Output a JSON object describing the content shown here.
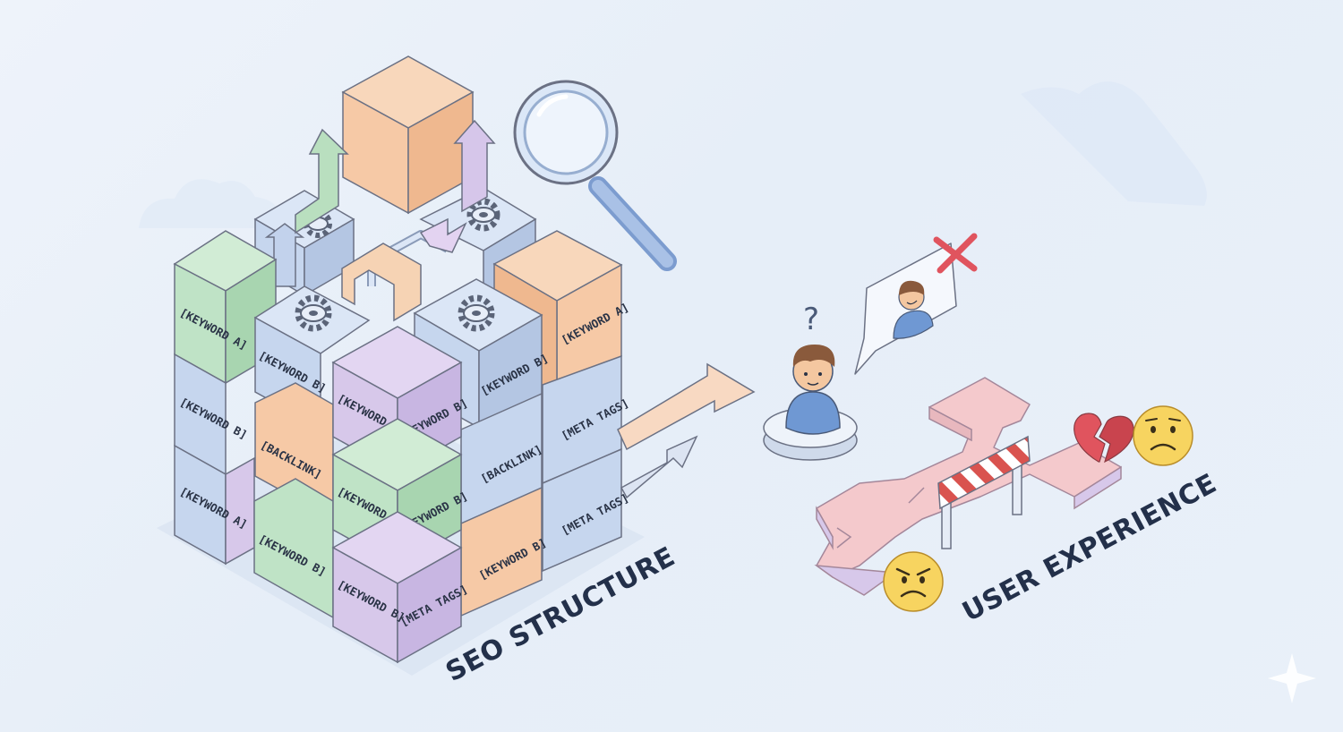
{
  "labels": {
    "seo_structure": "SEO STRUCTURE",
    "user_experience": "USER EXPERIENCE",
    "question_mark": "?"
  },
  "cube_labels": {
    "left_top": "[KEYWORD A]",
    "left_mid": "[KEYWORD B]",
    "left_low": "[KEYWORD A]",
    "blue_front_left": "[KEYWORD B]",
    "orange_front": "[BACKLINK]",
    "green_front": "[KEYWORD B]",
    "purple_top_left": "[KEYWORD A]",
    "purple_top_right": "[KEYWORD B]",
    "green_low_left": "[KEYWORD A]",
    "green_low_right": "[KEYWORD B]",
    "purple_low_left": "[KEYWORD B]",
    "purple_low_right": "[META TAGS]",
    "blue_right_top": "[KEYWORD B]",
    "blue_right_mid": "[BACKLINK]",
    "orange_right_low": "[KEYWORD B]",
    "orange_far_right": "[KEYWORD A]",
    "blue_far_right_mid": "[META TAGS]",
    "blue_far_right_low": "[META TAGS]"
  },
  "colors": {
    "green": "#bfe3c6",
    "blue": "#c6d6ee",
    "orange": "#f6c9a6",
    "purple": "#d7c8ea",
    "path_pink": "#f4c9cc",
    "x_red": "#e0545e",
    "emoji_yellow": "#f7d460"
  },
  "icons": [
    "magnifier-icon",
    "gear-icon",
    "user-avatar-icon",
    "broken-heart-icon",
    "angry-face-icon",
    "sad-face-icon",
    "x-mark-icon",
    "barrier-icon",
    "cloud-icon",
    "sparkle-icon",
    "arrow-icon"
  ]
}
